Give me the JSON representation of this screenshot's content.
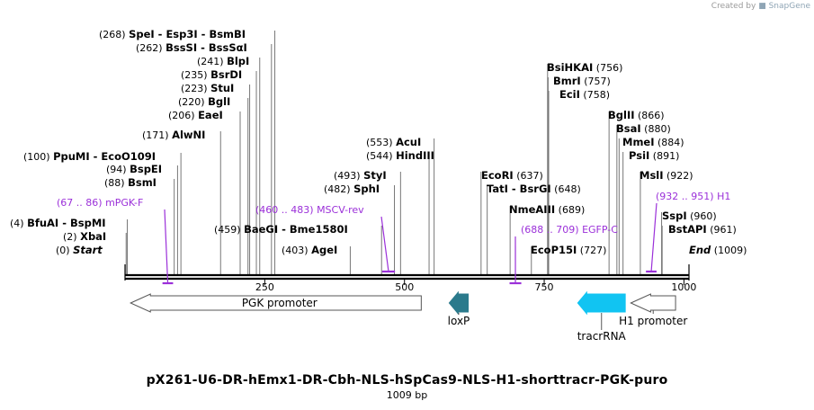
{
  "credit": {
    "prefix": "Created by",
    "brand": "SnapGene"
  },
  "plasmid": {
    "name": "pX261-U6-DR-hEmx1-DR-Cbh-NLS-hSpCas9-NLS-H1-shorttracr-PGK-puro",
    "length_label": "1009 bp",
    "length": 1009
  },
  "ruler": {
    "ticks": [
      250,
      500,
      750,
      1000
    ]
  },
  "sites": [
    {
      "pos": "(268)",
      "names": [
        "SpeI",
        "Esp3I",
        "BsmBI"
      ],
      "bp": 268
    },
    {
      "pos": "(262)",
      "names": [
        "BssSI",
        "BssSαI"
      ],
      "bp": 262
    },
    {
      "pos": "(241)",
      "names": [
        "BlpI"
      ],
      "bp": 241
    },
    {
      "pos": "(235)",
      "names": [
        "BsrDI"
      ],
      "bp": 235
    },
    {
      "pos": "(223)",
      "names": [
        "StuI"
      ],
      "bp": 223
    },
    {
      "pos": "(220)",
      "names": [
        "BglI"
      ],
      "bp": 220
    },
    {
      "pos": "(206)",
      "names": [
        "EaeI"
      ],
      "bp": 206
    },
    {
      "pos": "(171)",
      "names": [
        "AlwNI"
      ],
      "bp": 171
    },
    {
      "pos": "(100)",
      "names": [
        "PpuMI",
        "EcoO109I"
      ],
      "bp": 100
    },
    {
      "pos": "(94)",
      "names": [
        "BspEI"
      ],
      "bp": 94
    },
    {
      "pos": "(88)",
      "names": [
        "BsmI"
      ],
      "bp": 88
    },
    {
      "pos": "(4)",
      "names": [
        "BfuAI",
        "BspMI"
      ],
      "bp": 4
    },
    {
      "pos": "(2)",
      "names": [
        "XbaI"
      ],
      "bp": 2
    },
    {
      "pos": "(0)",
      "names": [
        "Start"
      ],
      "bp": 0,
      "italic": true
    },
    {
      "pos": "(459)",
      "names": [
        "BaeGI",
        "Bme1580I"
      ],
      "bp": 459
    },
    {
      "pos": "(403)",
      "names": [
        "AgeI"
      ],
      "bp": 403
    },
    {
      "pos": "(553)",
      "names": [
        "AcuI"
      ],
      "bp": 553
    },
    {
      "pos": "(544)",
      "names": [
        "HindIII"
      ],
      "bp": 544
    },
    {
      "pos": "(493)",
      "names": [
        "StyI"
      ],
      "bp": 493
    },
    {
      "pos": "(482)",
      "names": [
        "SphI"
      ],
      "bp": 482
    },
    {
      "pos": "(756)",
      "names": [
        "BsiHKAI"
      ],
      "bp": 756,
      "right": true
    },
    {
      "pos": "(757)",
      "names": [
        "BmrI"
      ],
      "bp": 757,
      "right": true
    },
    {
      "pos": "(758)",
      "names": [
        "EciI"
      ],
      "bp": 758,
      "right": true
    },
    {
      "pos": "(637)",
      "names": [
        "EcoRI"
      ],
      "bp": 637,
      "right": true
    },
    {
      "pos": "(648)",
      "names": [
        "TatI",
        "BsrGI"
      ],
      "bp": 648,
      "right": true
    },
    {
      "pos": "(689)",
      "names": [
        "NmeAIII"
      ],
      "bp": 689,
      "right": true
    },
    {
      "pos": "(727)",
      "names": [
        "EcoP15I"
      ],
      "bp": 727,
      "right": true
    },
    {
      "pos": "(866)",
      "names": [
        "BglII"
      ],
      "bp": 866,
      "right": true
    },
    {
      "pos": "(880)",
      "names": [
        "BsaI"
      ],
      "bp": 880,
      "right": true
    },
    {
      "pos": "(884)",
      "names": [
        "MmeI"
      ],
      "bp": 884,
      "right": true
    },
    {
      "pos": "(891)",
      "names": [
        "PsiI"
      ],
      "bp": 891,
      "right": true
    },
    {
      "pos": "(922)",
      "names": [
        "MslI"
      ],
      "bp": 922,
      "right": true
    },
    {
      "pos": "(960)",
      "names": [
        "SspI"
      ],
      "bp": 960,
      "right": true
    },
    {
      "pos": "(961)",
      "names": [
        "BstAPI"
      ],
      "bp": 961,
      "right": true
    },
    {
      "pos": "(1009)",
      "names": [
        "End"
      ],
      "bp": 1009,
      "right": true,
      "italic": true
    }
  ],
  "primers": [
    {
      "range": "(67 .. 86)",
      "name": "mPGK-F",
      "start": 67,
      "end": 86
    },
    {
      "range": "(460 .. 483)",
      "name": "MSCV-rev",
      "start": 460,
      "end": 483
    },
    {
      "range": "(688 .. 709)",
      "name": "EGFP-C",
      "start": 688,
      "end": 709
    },
    {
      "range": "(932 .. 951)",
      "name": "H1",
      "start": 932,
      "end": 951
    }
  ],
  "features": [
    {
      "name": "PGK promoter",
      "start": 10,
      "end": 530,
      "direction": "reverse",
      "color": "#ffffff"
    },
    {
      "name": "loxP",
      "start": 580,
      "end": 614,
      "direction": "reverse",
      "color": "#2b7a8c"
    },
    {
      "name": "tracrRNA",
      "start": 810,
      "end": 895,
      "direction": "reverse",
      "color": "#11c4f2"
    },
    {
      "name": "H1 promoter",
      "start": 905,
      "end": 985,
      "direction": "reverse",
      "color": "#ffffff"
    }
  ],
  "colors": {
    "primer": "#9b30d9",
    "backbone": "#000000",
    "cutline": "#777777"
  }
}
